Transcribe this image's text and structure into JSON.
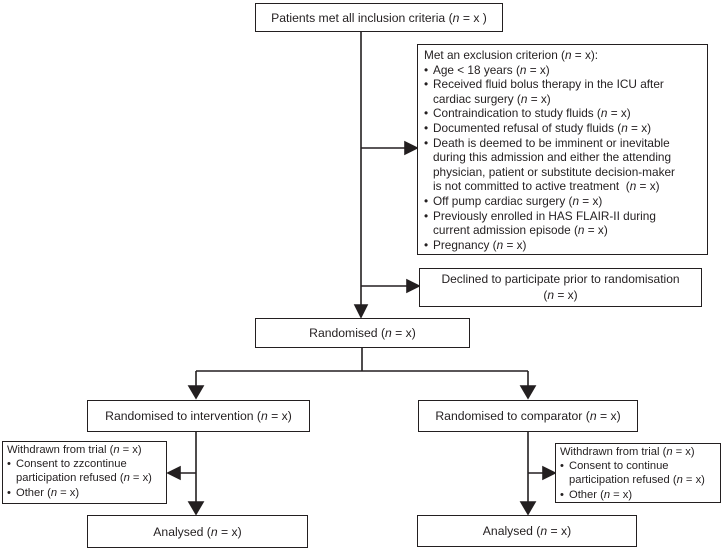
{
  "figure": {
    "type": "trial-flow-diagram",
    "colors": {
      "ink": "#231f20",
      "box_bg": "#ffffff",
      "page_bg": "#ffffff"
    }
  },
  "glyphs": {
    "bullet": "•"
  },
  "boxes": {
    "inclusion": {
      "text": "Patients met all inclusion criteria (n = x )"
    },
    "exclusion": {
      "title": "Met an exclusion criterion (n = x):",
      "bullets": [
        "Age < 18 years (n = x)",
        "Received fluid bolus therapy in the ICU after\ncardiac surgery (n = x)",
        "Contraindication to study fluids (n = x)",
        "Documented refusal of study fluids (n = x)",
        "Death is deemed to be imminent or inevitable\nduring this admission and either the attending\nphysician, patient or substitute decision-maker\nis not committed to active treatment  (n = x)",
        "Off pump cardiac surgery (n = x)",
        "Previously enrolled in HAS FLAIR-II during\ncurrent admission episode (n = x)",
        "Pregnancy (n = x)"
      ]
    },
    "declined": {
      "line1": "Declined to participate prior to randomisation",
      "line2": "(n = x)"
    },
    "randomised": {
      "text": "Randomised (n = x)"
    },
    "intervention": {
      "text": "Randomised to intervention (n = x)"
    },
    "comparator": {
      "text": "Randomised to comparator (n = x)"
    },
    "withdrawn_left": {
      "title": "Withdrawn from trial (n = x)",
      "bullets": [
        "Consent to zzcontinue\nparticipation refused (n = x)",
        "Other (n = x)"
      ]
    },
    "withdrawn_right": {
      "title": "Withdrawn from trial (n = x)",
      "bullets": [
        "Consent to continue\nparticipation refused (n = x)",
        "Other (n = x)"
      ]
    },
    "analysed_left": {
      "text": "Analysed (n = x)"
    },
    "analysed_right": {
      "text": "Analysed (n = x)"
    }
  }
}
